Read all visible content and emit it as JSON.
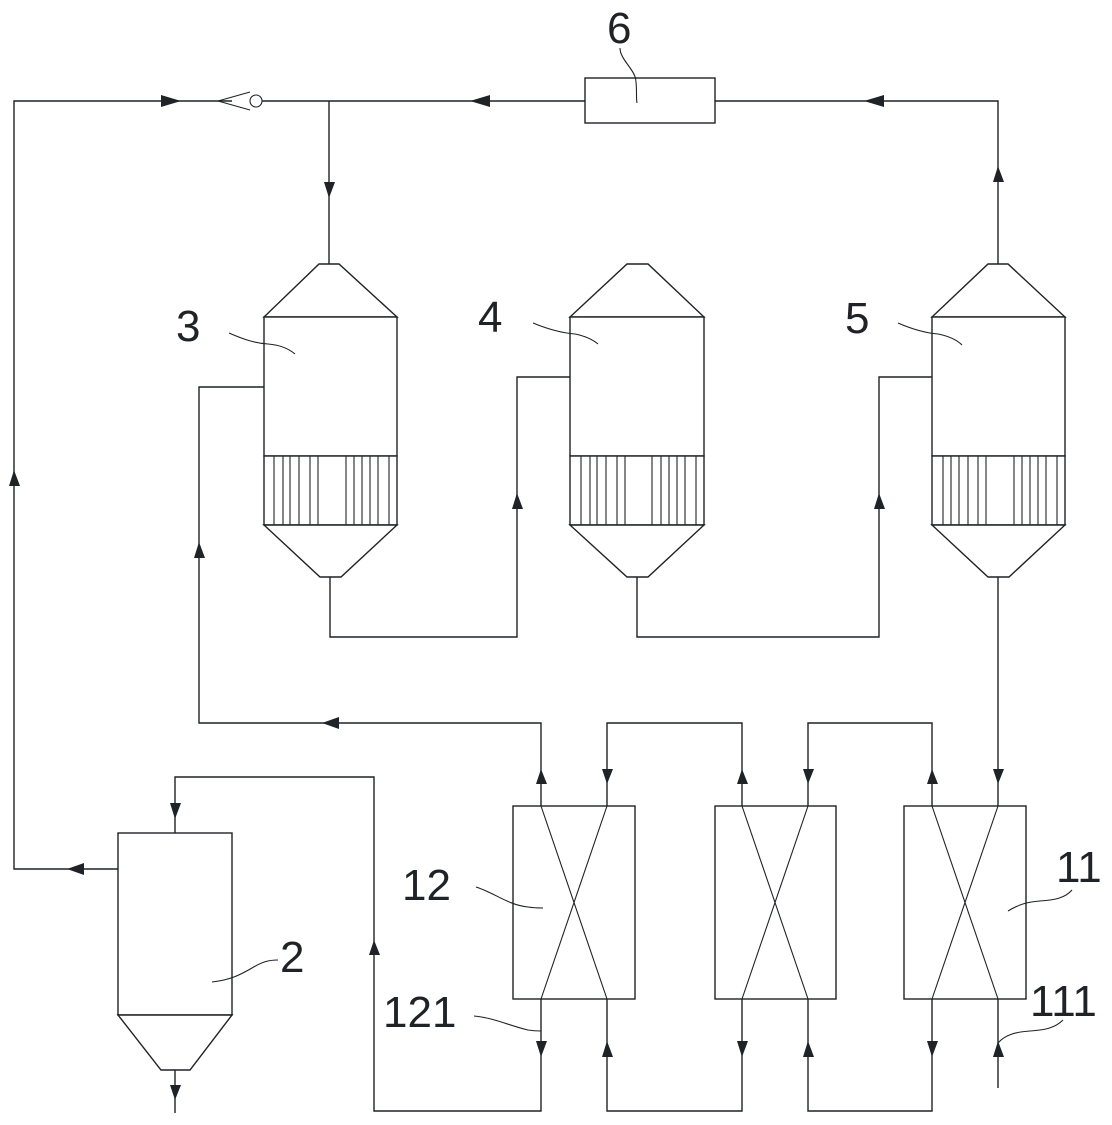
{
  "diagram": {
    "type": "process-flow",
    "line_color": "#1f2226",
    "background": "#ffffff",
    "labels": {
      "filter": "6",
      "reactor_1": "3",
      "reactor_2": "4",
      "reactor_3": "5",
      "separator": "2",
      "heat_exchanger_first": "12",
      "heat_exchanger_first_outlet": "121",
      "heat_exchanger_last": "11",
      "heat_exchanger_last_inlet": "111"
    },
    "components": [
      {
        "id": "6",
        "kind": "filter-box"
      },
      {
        "id": "3",
        "kind": "reactor-column",
        "feature": "tube-bundle"
      },
      {
        "id": "4",
        "kind": "reactor-column",
        "feature": "tube-bundle"
      },
      {
        "id": "5",
        "kind": "reactor-column",
        "feature": "tube-bundle"
      },
      {
        "id": "2",
        "kind": "separator-tank",
        "feature": "conical-bottom"
      },
      {
        "id": "12",
        "kind": "heat-exchanger"
      },
      {
        "id": "",
        "kind": "heat-exchanger"
      },
      {
        "id": "11",
        "kind": "heat-exchanger"
      },
      {
        "id": "check-valve",
        "kind": "check-valve"
      }
    ]
  }
}
